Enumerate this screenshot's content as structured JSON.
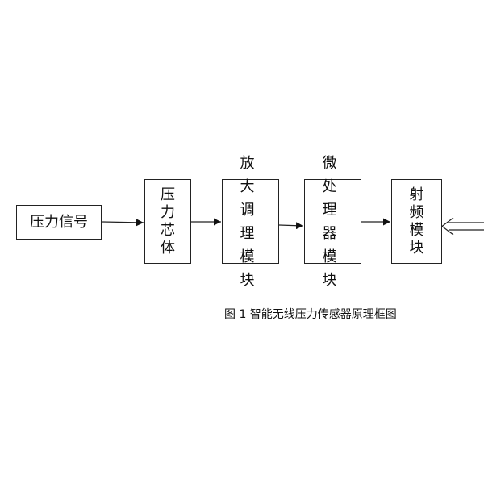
{
  "diagram": {
    "blocks": {
      "pressure_signal": "压力信号",
      "pressure_core": "压力芯体",
      "amplify_condition": "放大调理模块",
      "microprocessor": "微处理器模块",
      "rf_module": "射频模块"
    },
    "caption": "图 1 智能无线压力传感器原理框图",
    "colors": {
      "line": "#222222",
      "background": "#ffffff",
      "text": "#111111"
    }
  }
}
